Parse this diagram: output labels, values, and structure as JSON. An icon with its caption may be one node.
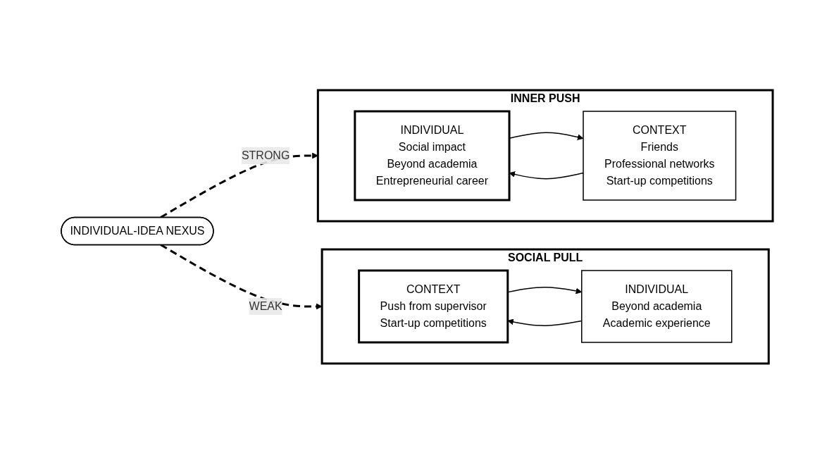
{
  "diagram": {
    "nodes": [
      {
        "text": [
          "INDIVIDUAL-IDEA NEXUS"
        ]
      },
      {
        "text": [
          "INNER PUSH"
        ]
      },
      {
        "text": [
          "INDIVIDUAL",
          "Social impact",
          "Beyond academia",
          "Entrepreneurial career"
        ],
        "in": 1
      },
      {
        "text": [
          "CONTEXT",
          "Friends",
          "Professional networks",
          "Start-up competitions"
        ],
        "in": 1
      },
      {
        "text": [
          "SOCIAL PULL"
        ]
      },
      {
        "text": [
          "CONTEXT",
          "Push from supervisor",
          "Start-up competitions"
        ],
        "in": 4
      },
      {
        "text": [
          "INDIVIDUAL",
          "Beyond academia",
          "Academic experience"
        ],
        "in": 4
      }
    ],
    "edges": [
      {
        "from": 0,
        "to": 1,
        "arrow": "to",
        "label": "STRONG",
        "style": "dashed"
      },
      {
        "from": 0,
        "to": 4,
        "arrow": "to",
        "label": "WEAK",
        "style": "dashed"
      },
      {
        "from": 2,
        "to": 3,
        "arrow": "to"
      },
      {
        "from": 3,
        "to": 2,
        "arrow": "to"
      },
      {
        "from": 5,
        "to": 6,
        "arrow": "to"
      },
      {
        "from": 6,
        "to": 5,
        "arrow": "to"
      }
    ]
  }
}
